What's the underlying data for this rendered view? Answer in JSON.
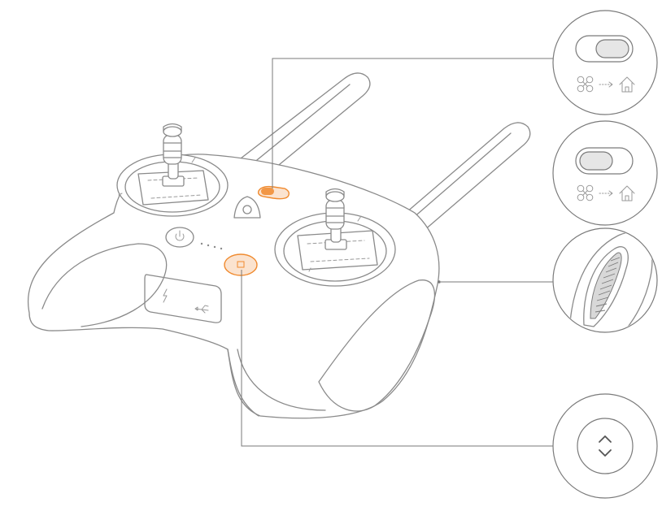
{
  "colors": {
    "accent": "#F08A2E",
    "accent_fill": "#FBE3CF",
    "line": "#8A8A8A",
    "switch_fill": "#E6E6E6"
  },
  "icons": {
    "drone": "drone-icon",
    "arrow": "dotted-arrow-icon",
    "home": "home-icon",
    "power": "power-icon",
    "lightning": "lightning-icon",
    "usb": "usb-icon",
    "chevron_up_down": "up-down-chevron-icon",
    "return_home_button": "return-home-button-icon"
  },
  "callouts": [
    {
      "id": "mode-switch-right",
      "switch_position": "right"
    },
    {
      "id": "mode-switch-left",
      "switch_position": "left"
    },
    {
      "id": "side-dial"
    },
    {
      "id": "return-home-button"
    }
  ],
  "power_indicator_dots": 4
}
